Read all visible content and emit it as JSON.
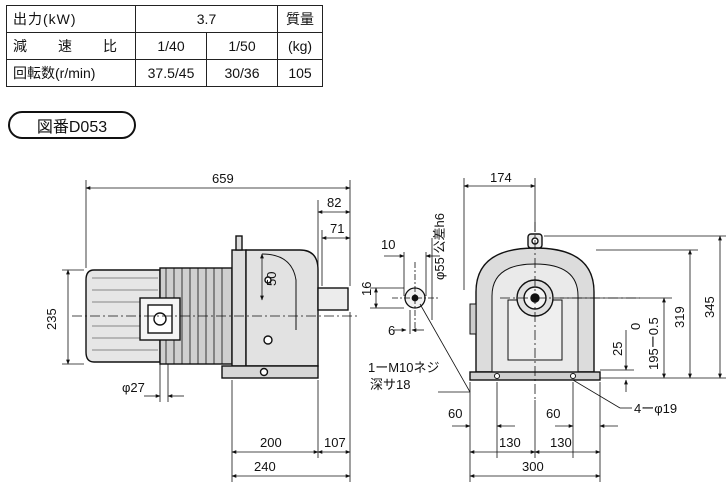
{
  "spec_table": {
    "output_label": "出力(kW)",
    "output_value": "3.7",
    "mass_label": "質量",
    "ratio_label": [
      "減",
      "速",
      "比"
    ],
    "ratio_1": "1/40",
    "ratio_2": "1/50",
    "mass_unit": "(kg)",
    "rpm_label": "回転数(r/min)",
    "rpm_1": "37.5/45",
    "rpm_2": "30/36",
    "mass_value": "105"
  },
  "drawing_number": "図番D053",
  "dimensions": {
    "overall_length": "659",
    "d82": "82",
    "d71": "71",
    "d50": "50",
    "d16": "16",
    "d10": "10",
    "d6": "6",
    "height_235": "235",
    "phi27": "φ27",
    "d200": "200",
    "d107": "107",
    "d240": "240",
    "shaft_dia": "φ55 公差h6",
    "tap": "1ーM10ネジ",
    "tap_depth": "深サ18",
    "d174": "174",
    "d25": "25",
    "tol_top": "0",
    "tol_bottom": "195ー0.5",
    "d319": "319",
    "d345": "345",
    "d60_left": "60",
    "d60_right": "60",
    "d130_left": "130",
    "d130_right": "130",
    "d300": "300",
    "holes": "4ーφ19"
  }
}
